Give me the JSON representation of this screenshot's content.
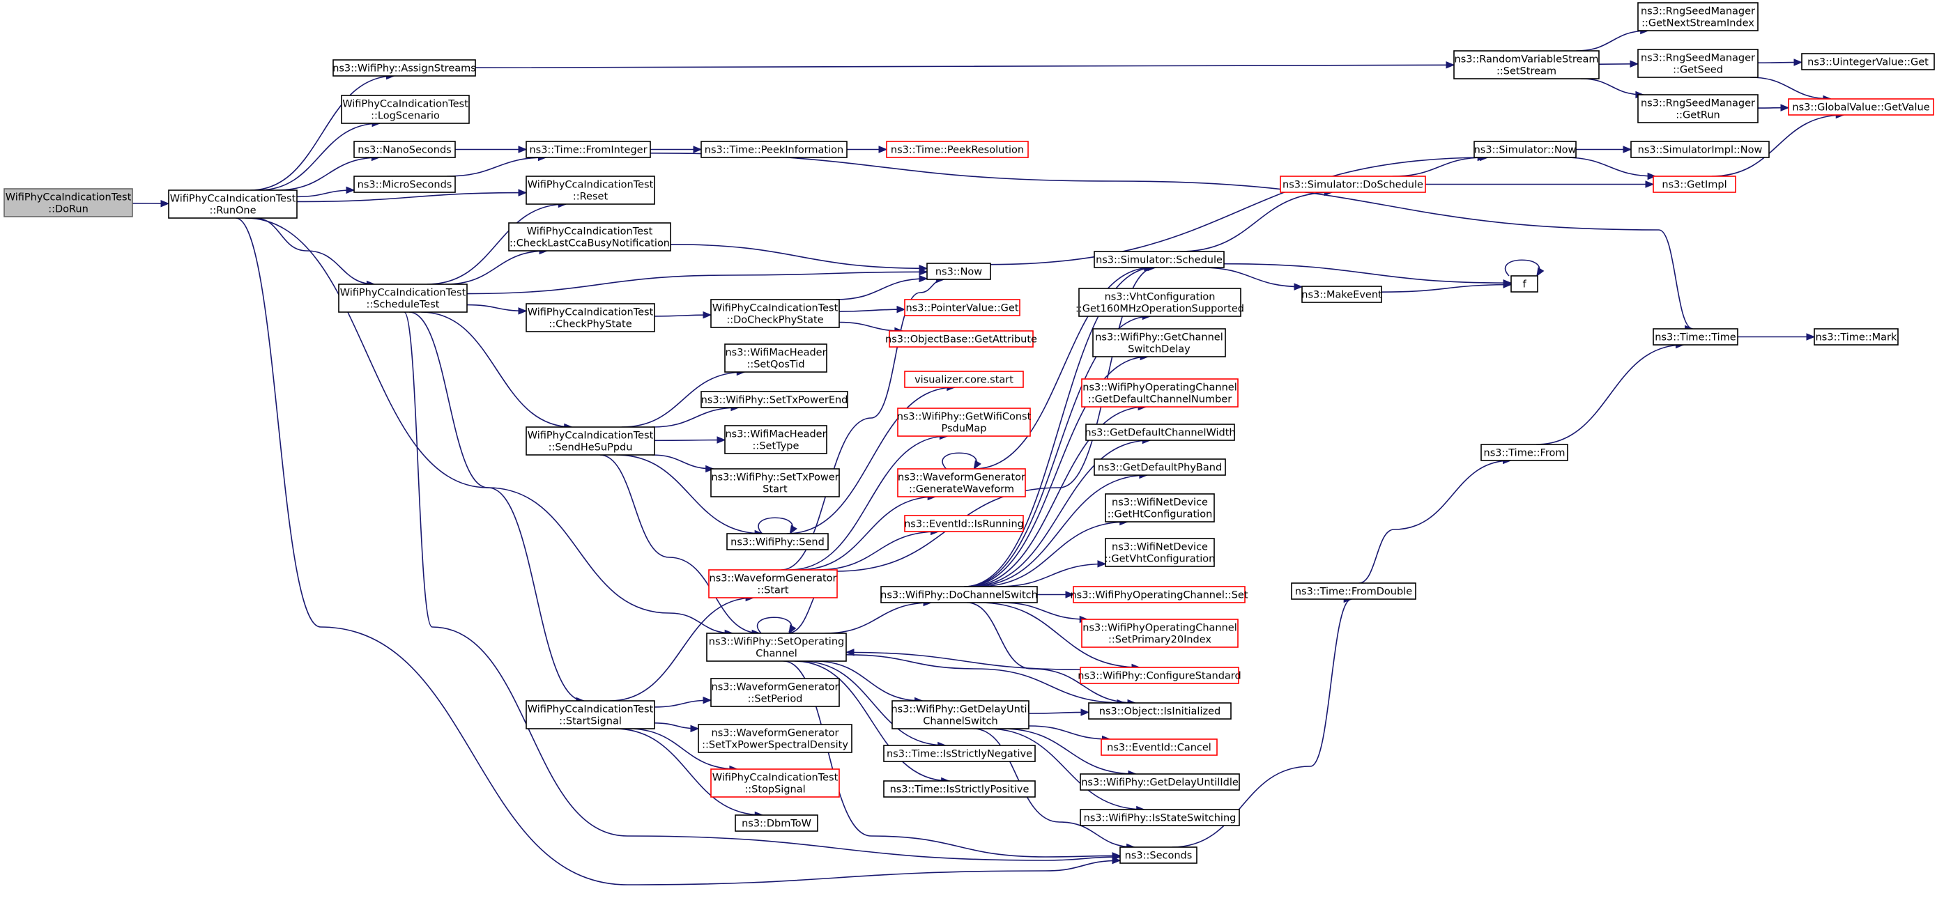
{
  "graph": {
    "nodes": [
      {
        "id": "dorun",
        "lines": [
          "WifiPhyCcaIndicationTest",
          "::DoRun"
        ],
        "style": "root"
      },
      {
        "id": "runone",
        "lines": [
          "WifiPhyCcaIndicationTest",
          "::RunOne"
        ],
        "style": "normal"
      },
      {
        "id": "assign",
        "lines": [
          "ns3::WifiPhy::AssignStreams"
        ],
        "style": "normal"
      },
      {
        "id": "logscen",
        "lines": [
          "WifiPhyCcaIndicationTest",
          "::LogScenario"
        ],
        "style": "normal"
      },
      {
        "id": "nano",
        "lines": [
          "ns3::NanoSeconds"
        ],
        "style": "normal"
      },
      {
        "id": "micro",
        "lines": [
          "ns3::MicroSeconds"
        ],
        "style": "normal"
      },
      {
        "id": "reset",
        "lines": [
          "WifiPhyCcaIndicationTest",
          "::Reset"
        ],
        "style": "normal"
      },
      {
        "id": "checklast",
        "lines": [
          "WifiPhyCcaIndicationTest",
          "::CheckLastCcaBusyNotification"
        ],
        "style": "normal"
      },
      {
        "id": "sched",
        "lines": [
          "WifiPhyCcaIndicationTest",
          "::ScheduleTest"
        ],
        "style": "normal"
      },
      {
        "id": "fromint",
        "lines": [
          "ns3::Time::FromInteger"
        ],
        "style": "normal"
      },
      {
        "id": "peekinfo",
        "lines": [
          "ns3::Time::PeekInformation"
        ],
        "style": "normal"
      },
      {
        "id": "peekres",
        "lines": [
          "ns3::Time::PeekResolution"
        ],
        "style": "ext"
      },
      {
        "id": "now",
        "lines": [
          "ns3::Now"
        ],
        "style": "normal"
      },
      {
        "id": "checkphy",
        "lines": [
          "WifiPhyCcaIndicationTest",
          "::CheckPhyState"
        ],
        "style": "normal"
      },
      {
        "id": "docheck",
        "lines": [
          "WifiPhyCcaIndicationTest",
          "::DoCheckPhyState"
        ],
        "style": "normal"
      },
      {
        "id": "ptrget",
        "lines": [
          "ns3::PointerValue::Get"
        ],
        "style": "ext"
      },
      {
        "id": "getattr",
        "lines": [
          "ns3::ObjectBase::GetAttribute"
        ],
        "style": "ext"
      },
      {
        "id": "sendhe",
        "lines": [
          "WifiPhyCcaIndicationTest",
          "::SendHeSuPpdu"
        ],
        "style": "normal"
      },
      {
        "id": "setqos",
        "lines": [
          "ns3::WifiMacHeader",
          "::SetQosTid"
        ],
        "style": "normal"
      },
      {
        "id": "txend",
        "lines": [
          "ns3::WifiPhy::SetTxPowerEnd"
        ],
        "style": "normal"
      },
      {
        "id": "settype",
        "lines": [
          "ns3::WifiMacHeader",
          "::SetType"
        ],
        "style": "normal"
      },
      {
        "id": "txstart",
        "lines": [
          "ns3::WifiPhy::SetTxPower",
          "Start"
        ],
        "style": "normal"
      },
      {
        "id": "send",
        "lines": [
          "ns3::WifiPhy::Send"
        ],
        "style": "normal"
      },
      {
        "id": "vizstart",
        "lines": [
          "visualizer.core.start"
        ],
        "style": "ext"
      },
      {
        "id": "psdumap",
        "lines": [
          "ns3::WifiPhy::GetWifiConst",
          "PsduMap"
        ],
        "style": "ext"
      },
      {
        "id": "genwave",
        "lines": [
          "ns3::WaveformGenerator",
          "::GenerateWaveform"
        ],
        "style": "ext"
      },
      {
        "id": "evrun",
        "lines": [
          "ns3::EventId::IsRunning"
        ],
        "style": "ext"
      },
      {
        "id": "wgstart",
        "lines": [
          "ns3::WaveformGenerator",
          "::Start"
        ],
        "style": "ext"
      },
      {
        "id": "setop",
        "lines": [
          "ns3::WifiPhy::SetOperating",
          "Channel"
        ],
        "style": "normal"
      },
      {
        "id": "startsig",
        "lines": [
          "WifiPhyCcaIndicationTest",
          "::StartSignal"
        ],
        "style": "normal"
      },
      {
        "id": "setperiod",
        "lines": [
          "ns3::WaveformGenerator",
          "::SetPeriod"
        ],
        "style": "normal"
      },
      {
        "id": "setpsd",
        "lines": [
          "ns3::WaveformGenerator",
          "::SetTxPowerSpectralDensity"
        ],
        "style": "normal"
      },
      {
        "id": "stopsig",
        "lines": [
          "WifiPhyCcaIndicationTest",
          "::StopSignal"
        ],
        "style": "ext"
      },
      {
        "id": "dbm",
        "lines": [
          "ns3::DbmToW"
        ],
        "style": "normal"
      },
      {
        "id": "dochan",
        "lines": [
          "ns3::WifiPhy::DoChannelSwitch"
        ],
        "style": "normal"
      },
      {
        "id": "getdelay",
        "lines": [
          "ns3::WifiPhy::GetDelayUntil",
          "ChannelSwitch"
        ],
        "style": "normal"
      },
      {
        "id": "strictneg",
        "lines": [
          "ns3::Time::IsStrictlyNegative"
        ],
        "style": "normal"
      },
      {
        "id": "strictpos",
        "lines": [
          "ns3::Time::IsStrictlyPositive"
        ],
        "style": "normal"
      },
      {
        "id": "seconds",
        "lines": [
          "ns3::Seconds"
        ],
        "style": "normal"
      },
      {
        "id": "simsched",
        "lines": [
          "ns3::Simulator::Schedule"
        ],
        "style": "normal"
      },
      {
        "id": "vht160",
        "lines": [
          "ns3::VhtConfiguration",
          "::Get160MHzOperationSupported"
        ],
        "style": "normal"
      },
      {
        "id": "chswdelay",
        "lines": [
          "ns3::WifiPhy::GetChannel",
          "SwitchDelay"
        ],
        "style": "normal"
      },
      {
        "id": "defchnum",
        "lines": [
          "ns3::WifiPhyOperatingChannel",
          "::GetDefaultChannelNumber"
        ],
        "style": "ext"
      },
      {
        "id": "defchw",
        "lines": [
          "ns3::GetDefaultChannelWidth"
        ],
        "style": "normal"
      },
      {
        "id": "defband",
        "lines": [
          "ns3::GetDefaultPhyBand"
        ],
        "style": "normal"
      },
      {
        "id": "htconf",
        "lines": [
          "ns3::WifiNetDevice",
          "::GetHtConfiguration"
        ],
        "style": "normal"
      },
      {
        "id": "vhtconf",
        "lines": [
          "ns3::WifiNetDevice",
          "::GetVhtConfiguration"
        ],
        "style": "normal"
      },
      {
        "id": "opset",
        "lines": [
          "ns3::WifiPhyOperatingChannel::Set"
        ],
        "style": "ext"
      },
      {
        "id": "primary20",
        "lines": [
          "ns3::WifiPhyOperatingChannel",
          "::SetPrimary20Index"
        ],
        "style": "ext"
      },
      {
        "id": "configstd",
        "lines": [
          "ns3::WifiPhy::ConfigureStandard"
        ],
        "style": "ext"
      },
      {
        "id": "isinit",
        "lines": [
          "ns3::Object::IsInitialized"
        ],
        "style": "normal"
      },
      {
        "id": "evcancel",
        "lines": [
          "ns3::EventId::Cancel"
        ],
        "style": "ext"
      },
      {
        "id": "delayidle",
        "lines": [
          "ns3::WifiPhy::GetDelayUntilIdle"
        ],
        "style": "normal"
      },
      {
        "id": "stateswitch",
        "lines": [
          "ns3::WifiPhy::IsStateSwitching"
        ],
        "style": "normal"
      },
      {
        "id": "rvsetstream",
        "lines": [
          "ns3::RandomVariableStream",
          "::SetStream"
        ],
        "style": "normal"
      },
      {
        "id": "nextstream",
        "lines": [
          "ns3::RngSeedManager",
          "::GetNextStreamIndex"
        ],
        "style": "normal"
      },
      {
        "id": "getseed",
        "lines": [
          "ns3::RngSeedManager",
          "::GetSeed"
        ],
        "style": "normal"
      },
      {
        "id": "getrun",
        "lines": [
          "ns3::RngSeedManager",
          "::GetRun"
        ],
        "style": "normal"
      },
      {
        "id": "uintget",
        "lines": [
          "ns3::UintegerValue::Get"
        ],
        "style": "normal"
      },
      {
        "id": "gvget",
        "lines": [
          "ns3::GlobalValue::GetValue"
        ],
        "style": "ext"
      },
      {
        "id": "simnow",
        "lines": [
          "ns3::Simulator::Now"
        ],
        "style": "normal"
      },
      {
        "id": "implnow",
        "lines": [
          "ns3::SimulatorImpl::Now"
        ],
        "style": "normal"
      },
      {
        "id": "doschedule",
        "lines": [
          "ns3::Simulator::DoSchedule"
        ],
        "style": "ext"
      },
      {
        "id": "getimpl",
        "lines": [
          "ns3::GetImpl"
        ],
        "style": "ext"
      },
      {
        "id": "makeevent",
        "lines": [
          "ns3::MakeEvent"
        ],
        "style": "normal"
      },
      {
        "id": "f",
        "lines": [
          "f"
        ],
        "style": "normal"
      },
      {
        "id": "timetime",
        "lines": [
          "ns3::Time::Time"
        ],
        "style": "normal"
      },
      {
        "id": "timemark",
        "lines": [
          "ns3::Time::Mark"
        ],
        "style": "normal"
      },
      {
        "id": "timefrom",
        "lines": [
          "ns3::Time::From"
        ],
        "style": "normal"
      },
      {
        "id": "fromdouble",
        "lines": [
          "ns3::Time::FromDouble"
        ],
        "style": "normal"
      }
    ],
    "edges": [
      [
        "dorun",
        "runone"
      ],
      [
        "runone",
        "assign"
      ],
      [
        "runone",
        "logscen"
      ],
      [
        "runone",
        "nano"
      ],
      [
        "runone",
        "micro"
      ],
      [
        "runone",
        "reset"
      ],
      [
        "runone",
        "sched"
      ],
      [
        "runone",
        "setop"
      ],
      [
        "runone",
        "seconds"
      ],
      [
        "assign",
        "rvsetstream"
      ],
      [
        "rvsetstream",
        "nextstream"
      ],
      [
        "rvsetstream",
        "getseed"
      ],
      [
        "rvsetstream",
        "getrun"
      ],
      [
        "getseed",
        "uintget"
      ],
      [
        "getseed",
        "gvget"
      ],
      [
        "getrun",
        "gvget"
      ],
      [
        "nano",
        "fromint"
      ],
      [
        "micro",
        "fromint"
      ],
      [
        "fromint",
        "peekinfo"
      ],
      [
        "fromint",
        "timetime"
      ],
      [
        "peekinfo",
        "peekres"
      ],
      [
        "sched",
        "reset"
      ],
      [
        "sched",
        "checklast"
      ],
      [
        "sched",
        "now"
      ],
      [
        "sched",
        "checkphy"
      ],
      [
        "sched",
        "sendhe"
      ],
      [
        "sched",
        "startsig"
      ],
      [
        "sched",
        "seconds"
      ],
      [
        "checklast",
        "now"
      ],
      [
        "checkphy",
        "docheck"
      ],
      [
        "docheck",
        "now"
      ],
      [
        "docheck",
        "ptrget"
      ],
      [
        "docheck",
        "getattr"
      ],
      [
        "now",
        "simnow"
      ],
      [
        "simnow",
        "implnow"
      ],
      [
        "simnow",
        "getimpl"
      ],
      [
        "getimpl",
        "gvget"
      ],
      [
        "sendhe",
        "setqos"
      ],
      [
        "sendhe",
        "txend"
      ],
      [
        "sendhe",
        "settype"
      ],
      [
        "sendhe",
        "txstart"
      ],
      [
        "sendhe",
        "send"
      ],
      [
        "sendhe",
        "setop"
      ],
      [
        "send",
        "send"
      ],
      [
        "send",
        "vizstart"
      ],
      [
        "genwave",
        "genwave"
      ],
      [
        "genwave",
        "simsched"
      ],
      [
        "wgstart",
        "now"
      ],
      [
        "wgstart",
        "psdumap"
      ],
      [
        "wgstart",
        "genwave"
      ],
      [
        "wgstart",
        "evrun"
      ],
      [
        "startsig",
        "wgstart"
      ],
      [
        "startsig",
        "setperiod"
      ],
      [
        "startsig",
        "setpsd"
      ],
      [
        "startsig",
        "stopsig"
      ],
      [
        "startsig",
        "dbm"
      ],
      [
        "setop",
        "setop"
      ],
      [
        "setop",
        "dochan"
      ],
      [
        "setop",
        "getdelay"
      ],
      [
        "setop",
        "strictneg"
      ],
      [
        "setop",
        "strictpos"
      ],
      [
        "setop",
        "isinit"
      ],
      [
        "setop",
        "seconds"
      ],
      [
        "setop",
        "simsched"
      ],
      [
        "dochan",
        "simsched"
      ],
      [
        "dochan",
        "vht160"
      ],
      [
        "dochan",
        "chswdelay"
      ],
      [
        "dochan",
        "defchnum"
      ],
      [
        "dochan",
        "defchw"
      ],
      [
        "dochan",
        "defband"
      ],
      [
        "dochan",
        "htconf"
      ],
      [
        "dochan",
        "vhtconf"
      ],
      [
        "dochan",
        "opset"
      ],
      [
        "dochan",
        "primary20"
      ],
      [
        "dochan",
        "configstd"
      ],
      [
        "dochan",
        "isinit"
      ],
      [
        "configstd",
        "setop"
      ],
      [
        "getdelay",
        "isinit"
      ],
      [
        "getdelay",
        "evcancel"
      ],
      [
        "getdelay",
        "delayidle"
      ],
      [
        "getdelay",
        "stateswitch"
      ],
      [
        "getdelay",
        "seconds"
      ],
      [
        "simsched",
        "doschedule"
      ],
      [
        "simsched",
        "makeevent"
      ],
      [
        "simsched",
        "f"
      ],
      [
        "doschedule",
        "simnow"
      ],
      [
        "doschedule",
        "getimpl"
      ],
      [
        "makeevent",
        "f"
      ],
      [
        "f",
        "f"
      ],
      [
        "seconds",
        "fromdouble"
      ],
      [
        "fromdouble",
        "timefrom"
      ],
      [
        "timefrom",
        "timetime"
      ],
      [
        "timetime",
        "timemark"
      ]
    ]
  }
}
